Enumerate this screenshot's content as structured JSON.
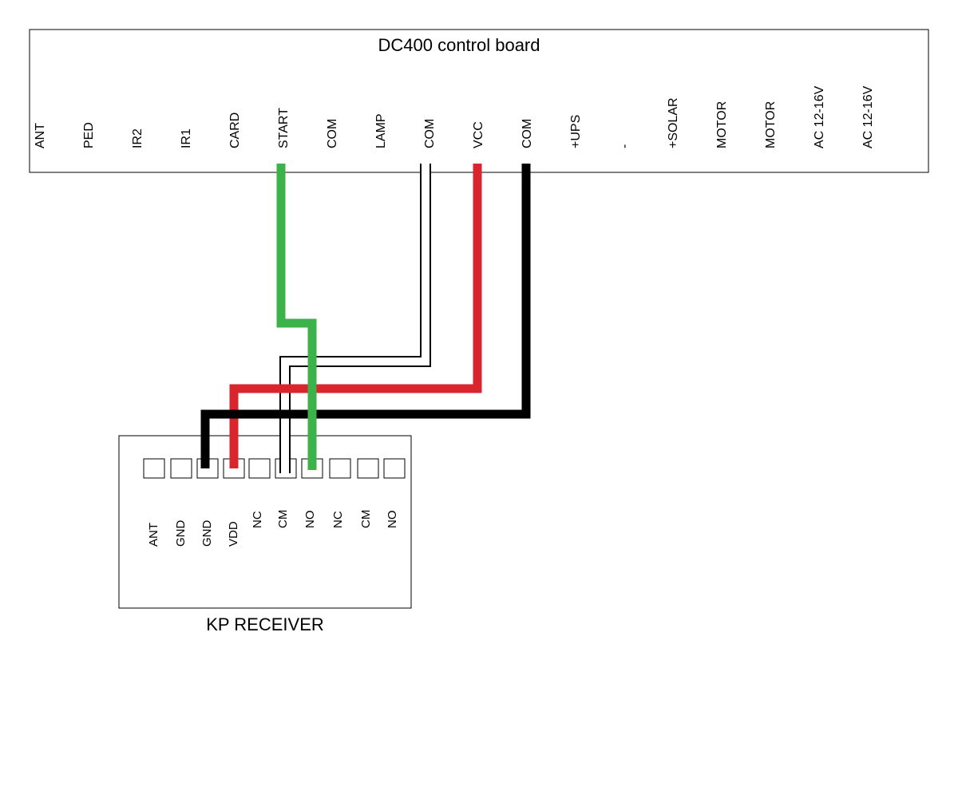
{
  "control_board": {
    "title": "DC400 control board",
    "terminals": [
      "ANT",
      "PED",
      "IR2",
      "IR1",
      "CARD",
      "START",
      "COM",
      "LAMP",
      "COM",
      "VCC",
      "COM",
      "+UPS",
      "-",
      "+SOLAR",
      "MOTOR",
      "MOTOR",
      "AC 12-16V",
      "AC 12-16V"
    ]
  },
  "receiver": {
    "title": "KP RECEIVER",
    "pins": [
      "ANT",
      "GND",
      "GND",
      "VDD",
      "NC",
      "CM",
      "NO",
      "NC",
      "CM",
      "NO"
    ]
  },
  "wires": [
    {
      "from": "START",
      "to": "NO",
      "color": "#3cb34a"
    },
    {
      "from": "COM",
      "to": "CM",
      "color": "#ffffff"
    },
    {
      "from": "VCC",
      "to": "VDD",
      "color": "#d9262e"
    },
    {
      "from": "COM",
      "to": "GND",
      "color": "#000000"
    }
  ]
}
